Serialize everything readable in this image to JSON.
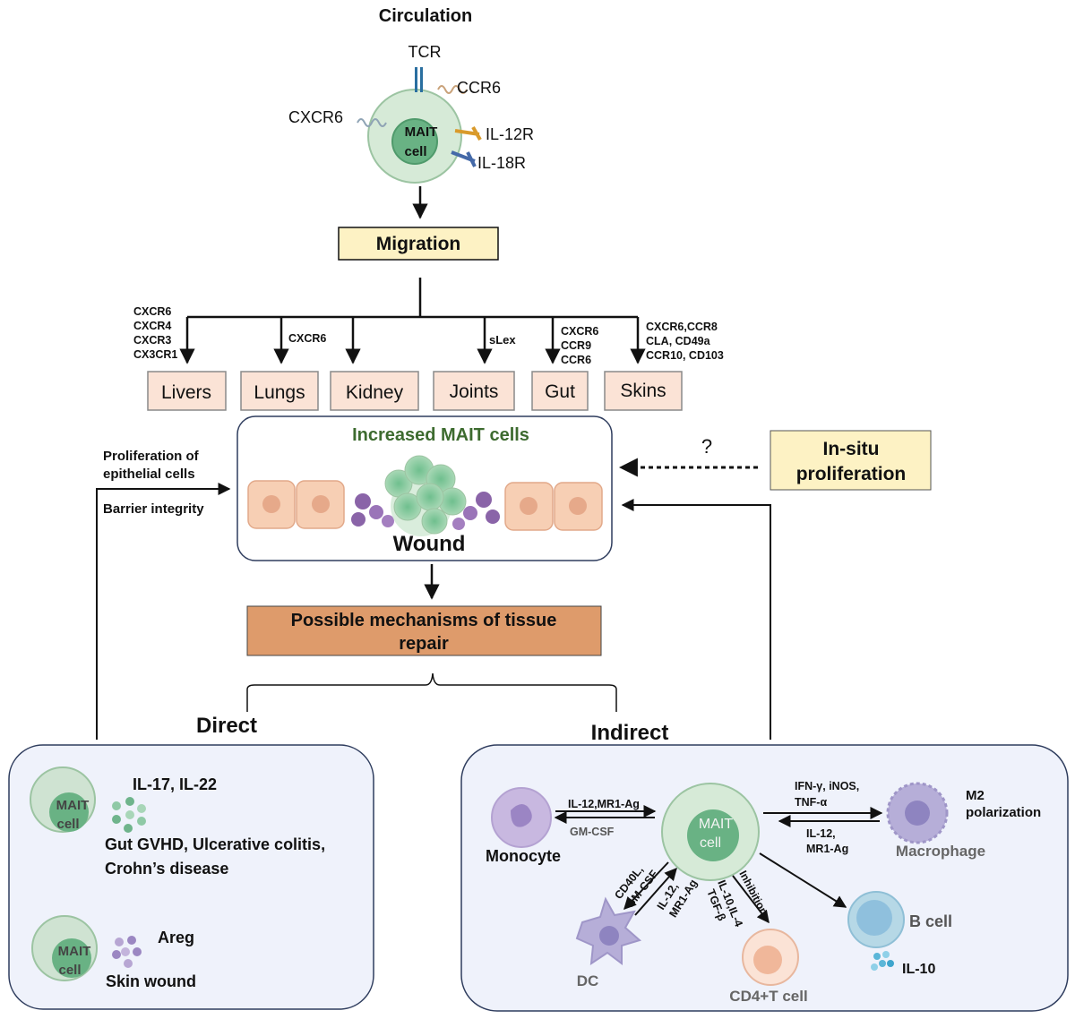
{
  "header": {
    "title": "Circulation"
  },
  "mait_receptors": {
    "tcr": "TCR",
    "ccr6": "CCR6",
    "cxcr6": "CXCR6",
    "il12r": "IL-12R",
    "il18r": "IL-18R",
    "cell_line1": "MAIT",
    "cell_line2": "cell"
  },
  "migration": {
    "label": "Migration"
  },
  "organs": [
    {
      "name": "Livers",
      "chemokines": [
        "CXCR6",
        "CXCR4",
        "CXCR3",
        "CX3CR1"
      ]
    },
    {
      "name": "Lungs",
      "chemokines": [
        "CXCR6"
      ]
    },
    {
      "name": "Kidney",
      "chemokines": []
    },
    {
      "name": "Joints",
      "chemokines": [
        "sLex"
      ]
    },
    {
      "name": "Gut",
      "chemokines": [
        "CXCR6",
        "CCR9",
        "CCR6"
      ]
    },
    {
      "name": "Skins",
      "chemokines": [
        "CXCR6,CCR8",
        "CLA, CD49a",
        "CCR10, CD103"
      ]
    }
  ],
  "wound": {
    "title": "Increased MAIT cells",
    "label": "Wound",
    "left_note1_line1": "Proliferation of",
    "left_note1_line2": "epithelial cells",
    "left_note2": "Barrier integrity",
    "question": "?",
    "insitu_line1": "In-situ",
    "insitu_line2": "proliferation"
  },
  "mechanisms": {
    "line1": "Possible mechanisms of tissue",
    "line2": "repair"
  },
  "direct": {
    "title": "Direct",
    "cytokines1": "IL-17, IL-22",
    "diseases_line1": "Gut GVHD,  Ulcerative colitis,",
    "diseases_line2": "Crohn’s disease",
    "cytokine2": "Areg",
    "disease2": "Skin wound",
    "cell_line1": "MAIT",
    "cell_line2": "cell"
  },
  "indirect": {
    "title": "Indirect",
    "cell_line1": "MAIT",
    "cell_line2": "cell",
    "monocyte": "Monocyte",
    "mono_to": "IL-12,MR1-Ag",
    "mono_from": "GM-CSF",
    "macro_to_line1": "IFN-γ, iNOS,",
    "macro_to_line2": "TNF-α",
    "macro_from_line1": "IL-12,",
    "macro_from_line2": "MR1-Ag",
    "macrophage": "Macrophage",
    "m2_line1": "M2",
    "m2_line2": "polarization",
    "dc_out_line1": "CD40L,",
    "dc_out_line2": "GM-CSF",
    "dc_in_line1": "IL-12,",
    "dc_in_line2": "MR1-Ag",
    "dc": "DC",
    "t_inh": "Inhibition",
    "t_cyt_line1": "IL-10,IL-4",
    "t_cyt_line2": "TGF-β",
    "tcell": "CD4+T cell",
    "bcell": "B cell",
    "il10": "IL-10"
  }
}
